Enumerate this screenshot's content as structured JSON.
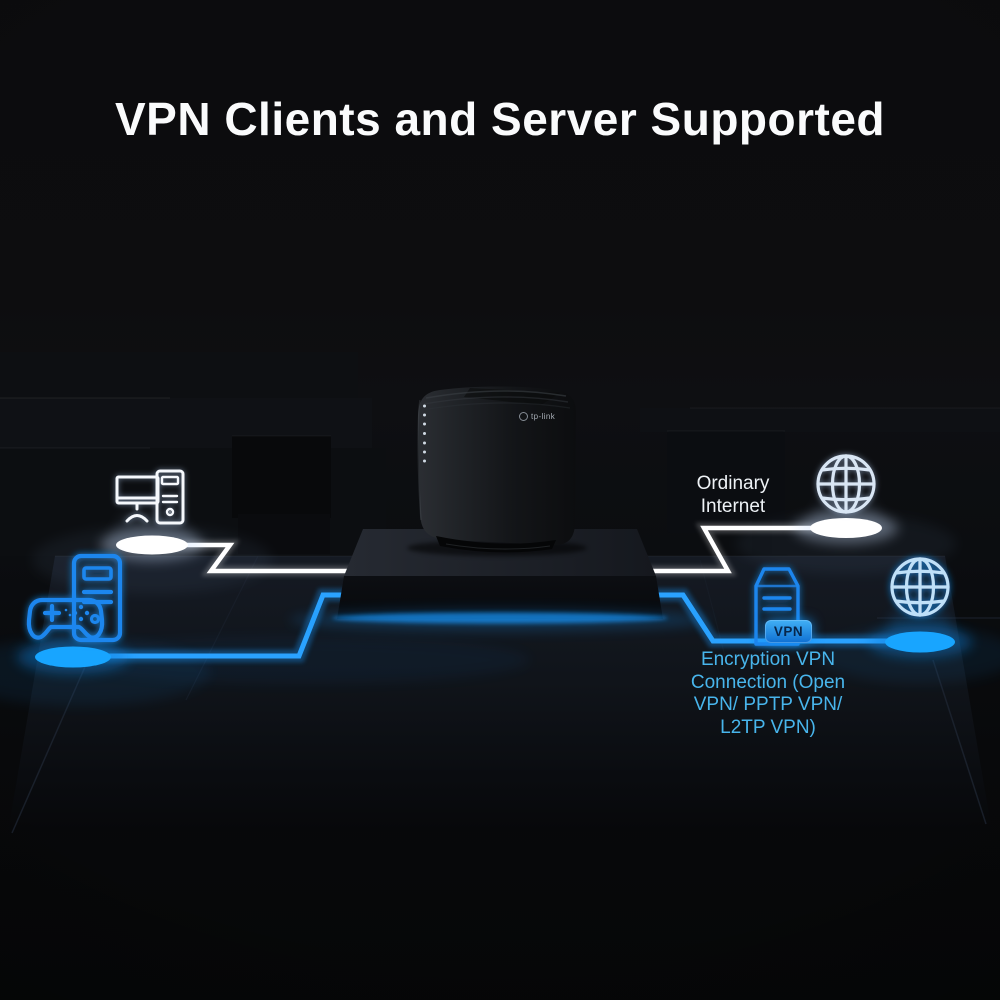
{
  "title": "VPN Clients and Server Supported",
  "router": {
    "brand": "tp-link",
    "led_count": 7
  },
  "labels": {
    "ordinary_internet": [
      "Ordinary",
      "Internet"
    ],
    "encryption_vpn": [
      "Encryption VPN",
      "Connection (Open",
      "VPN/ PPTP VPN/",
      "L2TP VPN)"
    ],
    "vpn_badge": "VPN"
  },
  "icons": {
    "left_top": "desktop-computer-icon",
    "left_bottom": "gaming-pc-icon",
    "right_top": "internet-globe-icon",
    "right_bottom": "vpn-globe-icon",
    "center_right": "vpn-server-icon",
    "center": "router-device"
  },
  "colors": {
    "accent_blue": "#1493f5",
    "icon_blue": "#1e86ee",
    "text_blue": "#48b5ec",
    "white": "#ffffff",
    "badge_text": "#07264a"
  }
}
